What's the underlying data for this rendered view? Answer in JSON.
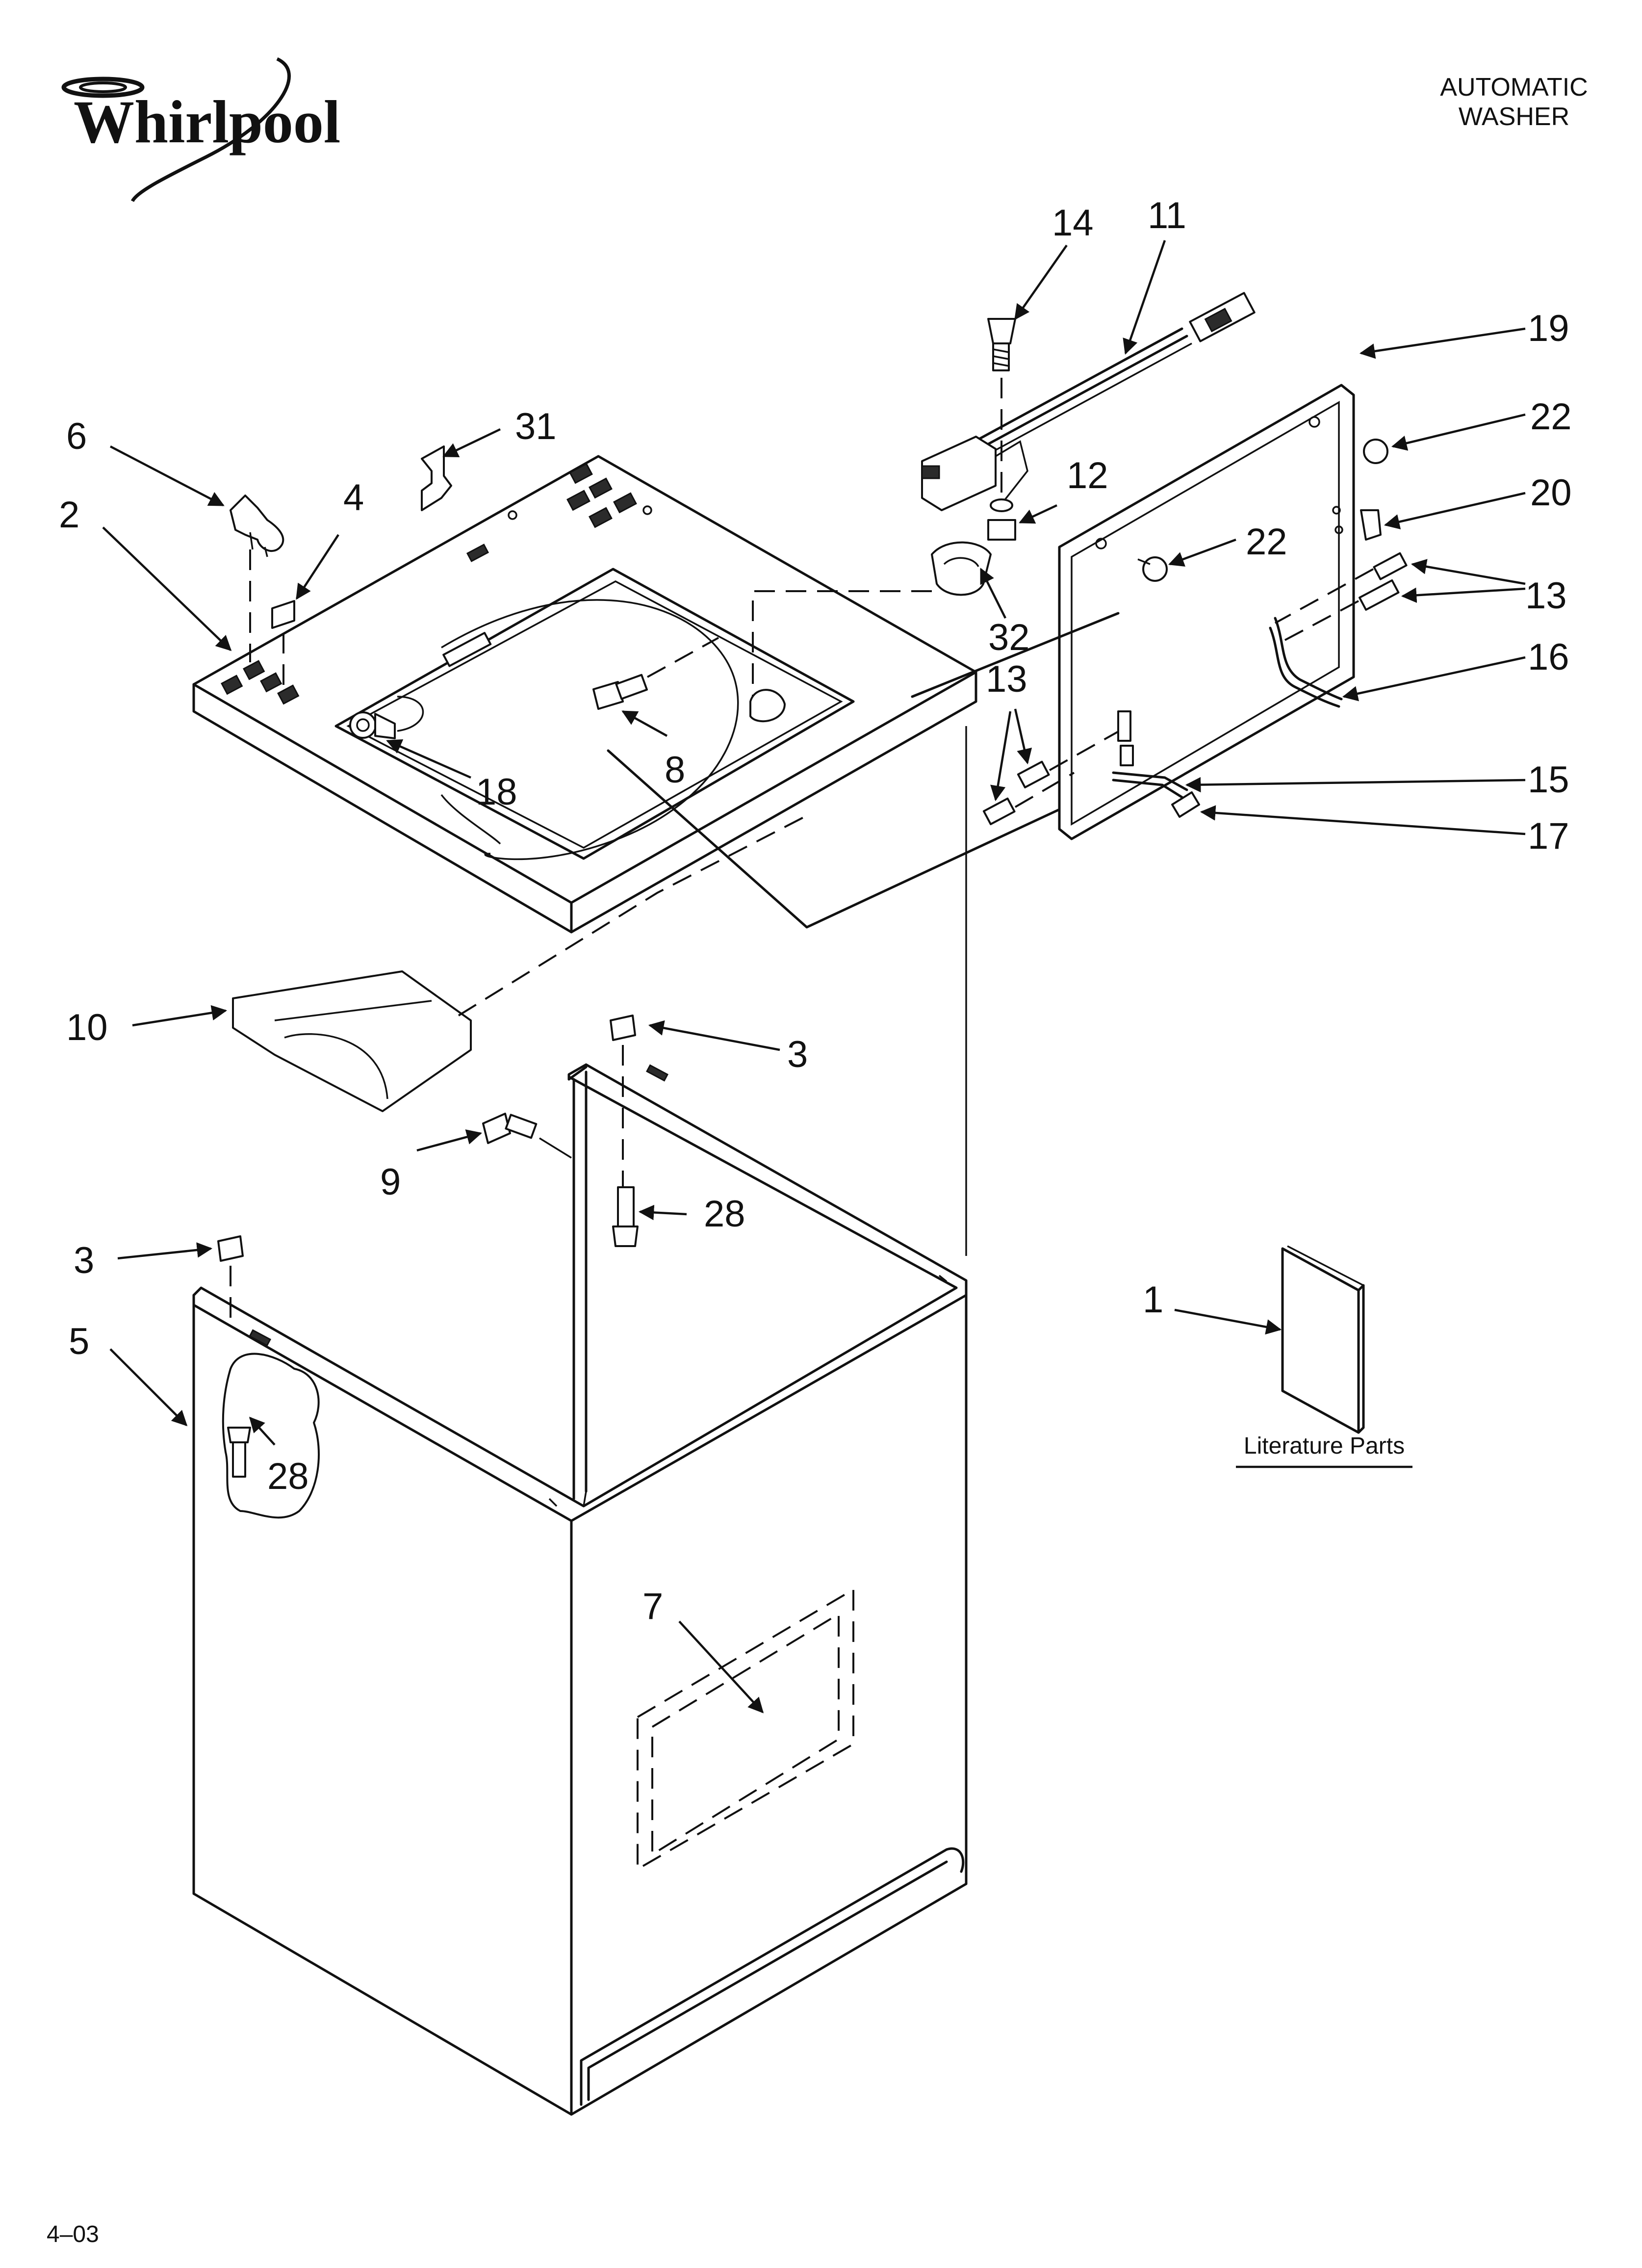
{
  "header": {
    "brand": "Whirlpool",
    "title_line1": "AUTOMATIC",
    "title_line2": "WASHER"
  },
  "callouts": [
    "1",
    "2",
    "3",
    "3",
    "4",
    "5",
    "6",
    "7",
    "8",
    "9",
    "10",
    "11",
    "12",
    "13",
    "13",
    "14",
    "15",
    "16",
    "17",
    "18",
    "19",
    "20",
    "22",
    "22",
    "28",
    "28",
    "31",
    "32"
  ],
  "literature_label": "Literature Parts",
  "footer": {
    "revision": "4–03"
  },
  "colors": {
    "ink": "#111111",
    "paper": "#ffffff"
  }
}
